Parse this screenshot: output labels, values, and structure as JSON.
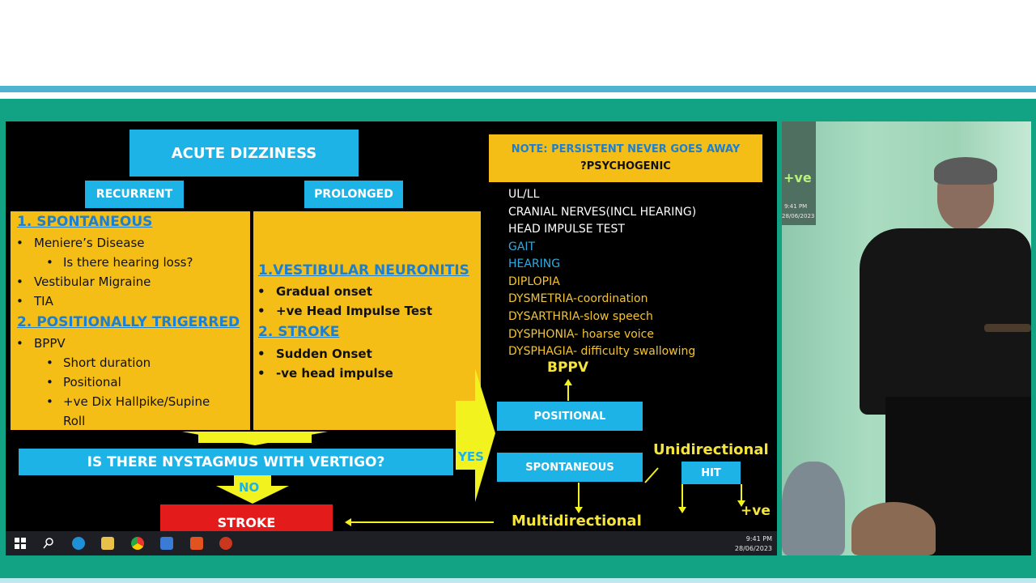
{
  "slide": {
    "title": "ACUTE DIZZINESS",
    "recurrent_label": "RECURRENT",
    "prolonged_label": "PROLONGED",
    "left_panel": {
      "h1": "1. SPONTANEOUS",
      "items": [
        "Meniere’s Disease",
        "Is there hearing loss?",
        "Vestibular Migraine",
        "TIA"
      ],
      "h2": "2. POSITIONALLY TRIGERRED",
      "items2": [
        "BPPV",
        "Short duration",
        "Positional",
        "+ve Dix Hallpike/Supine",
        "Roll"
      ]
    },
    "mid_panel": {
      "h1": "1.VESTIBULAR NEURONITIS",
      "items": [
        "Gradual onset",
        "+ve Head Impulse Test"
      ],
      "h2": "2. STROKE",
      "items2": [
        "Sudden Onset",
        "-ve head impulse"
      ]
    },
    "note_line1": "NOTE: PERSISTENT NEVER GOES AWAY",
    "note_line2": "?PSYCHOGENIC",
    "exam_list": [
      {
        "text": "UL/LL",
        "color": "white"
      },
      {
        "text": "CRANIAL NERVES(INCL HEARING)",
        "color": "white"
      },
      {
        "text": "HEAD IMPULSE TEST",
        "color": "white"
      },
      {
        "text": "GAIT",
        "color": "blue"
      },
      {
        "text": "HEARING",
        "color": "blue"
      },
      {
        "text": "DIPLOPIA",
        "color": "yellow"
      },
      {
        "text": "DYSMETRIA-coordination",
        "color": "yellow"
      },
      {
        "text": "DYSARTHRIA-slow speech",
        "color": "yellow"
      },
      {
        "text": "DYSPHONIA- hoarse voice",
        "color": "yellow"
      },
      {
        "text": "DYSPHAGIA- difficulty swallowing",
        "color": "yellow"
      }
    ],
    "bppv": "BPPV",
    "positional": "POSITIONAL",
    "spontaneous": "SPONTANEOUS",
    "question": "IS THERE NYSTAGMUS WITH VERTIGO?",
    "yes": "YES",
    "no": "NO",
    "stroke": "STROKE",
    "unidirectional": "Unidirectional",
    "hit": "HIT",
    "positive": "+ve",
    "multidirectional": "Multidirectional"
  },
  "taskbar": {
    "time": "9:41 PM",
    "date": "28/06/2023"
  },
  "video": {
    "overlay_text": "+ve",
    "overlay_time": "9:41 PM",
    "overlay_date": "28/06/2023"
  },
  "colors": {
    "frame": "#12a385",
    "blue": "#1eb3e6",
    "yellow": "#f5be16",
    "red": "#e41b1b",
    "arrow_yellow": "#f2f21f"
  }
}
